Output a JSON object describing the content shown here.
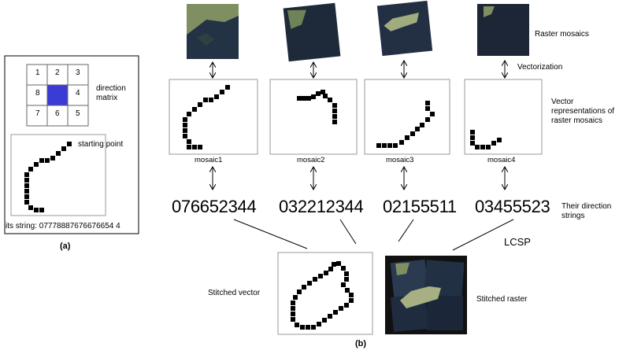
{
  "panel_a": {
    "caption": "(a)",
    "matrix_cells": [
      "1",
      "2",
      "3",
      "8",
      "",
      "4",
      "7",
      "6",
      "5"
    ],
    "direction_matrix_label": "direction matrix",
    "starting_point_label": "starting point",
    "string_label": "its string: 07778887676676654 4"
  },
  "panel_b": {
    "caption": "(b)",
    "raster_mosaics_label": "Raster mosaics",
    "vectorization_label": "Vectorization",
    "vector_repr_label": "Vector representations of raster mosaics",
    "direction_strings_label": "Their direction strings",
    "lcsp_label": "LCSP",
    "stitched_vector_label": "Stitched vector",
    "stitched_raster_label": "Stitched raster",
    "mosaics": [
      {
        "name": "mosaic1",
        "string": "076652344"
      },
      {
        "name": "mosaic2",
        "string": "032212344"
      },
      {
        "name": "mosaic3",
        "string": "02155511"
      },
      {
        "name": "mosaic4",
        "string": "03455523"
      }
    ]
  },
  "colors": {
    "center_cell": "#3b3bd6",
    "satellite_sea": "#1f2a3c",
    "satellite_land": "#8a9a6a",
    "pixel": "#000000"
  }
}
